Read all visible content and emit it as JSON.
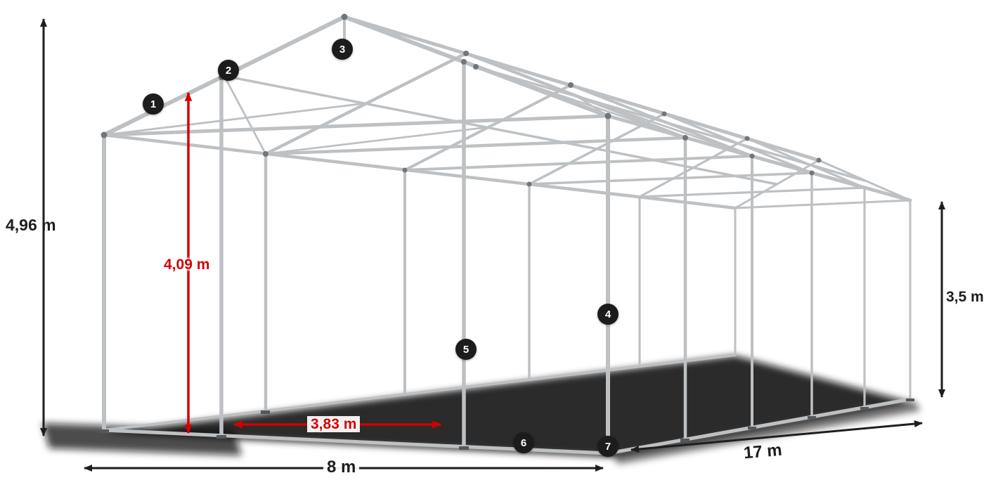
{
  "dimensions": {
    "total_height": "4,96 m",
    "clear_height": "4,09 m",
    "passage_width": "3,83 m",
    "side_height": "3,5 m",
    "width": "8 m",
    "length": "17 m"
  },
  "markers": [
    {
      "number": "1"
    },
    {
      "number": "2"
    },
    {
      "number": "3"
    },
    {
      "number": "4"
    },
    {
      "number": "5"
    },
    {
      "number": "6"
    },
    {
      "number": "7"
    }
  ],
  "colors": {
    "dimension_text": "#1e1e1e",
    "highlight": "#d40000",
    "frame_tube": "#bdc1c4",
    "frame_joint": "#71767a",
    "marker_background": "#1c1c1c",
    "marker_number": "#ffffff",
    "shadow_color": "#0b0b0b"
  }
}
